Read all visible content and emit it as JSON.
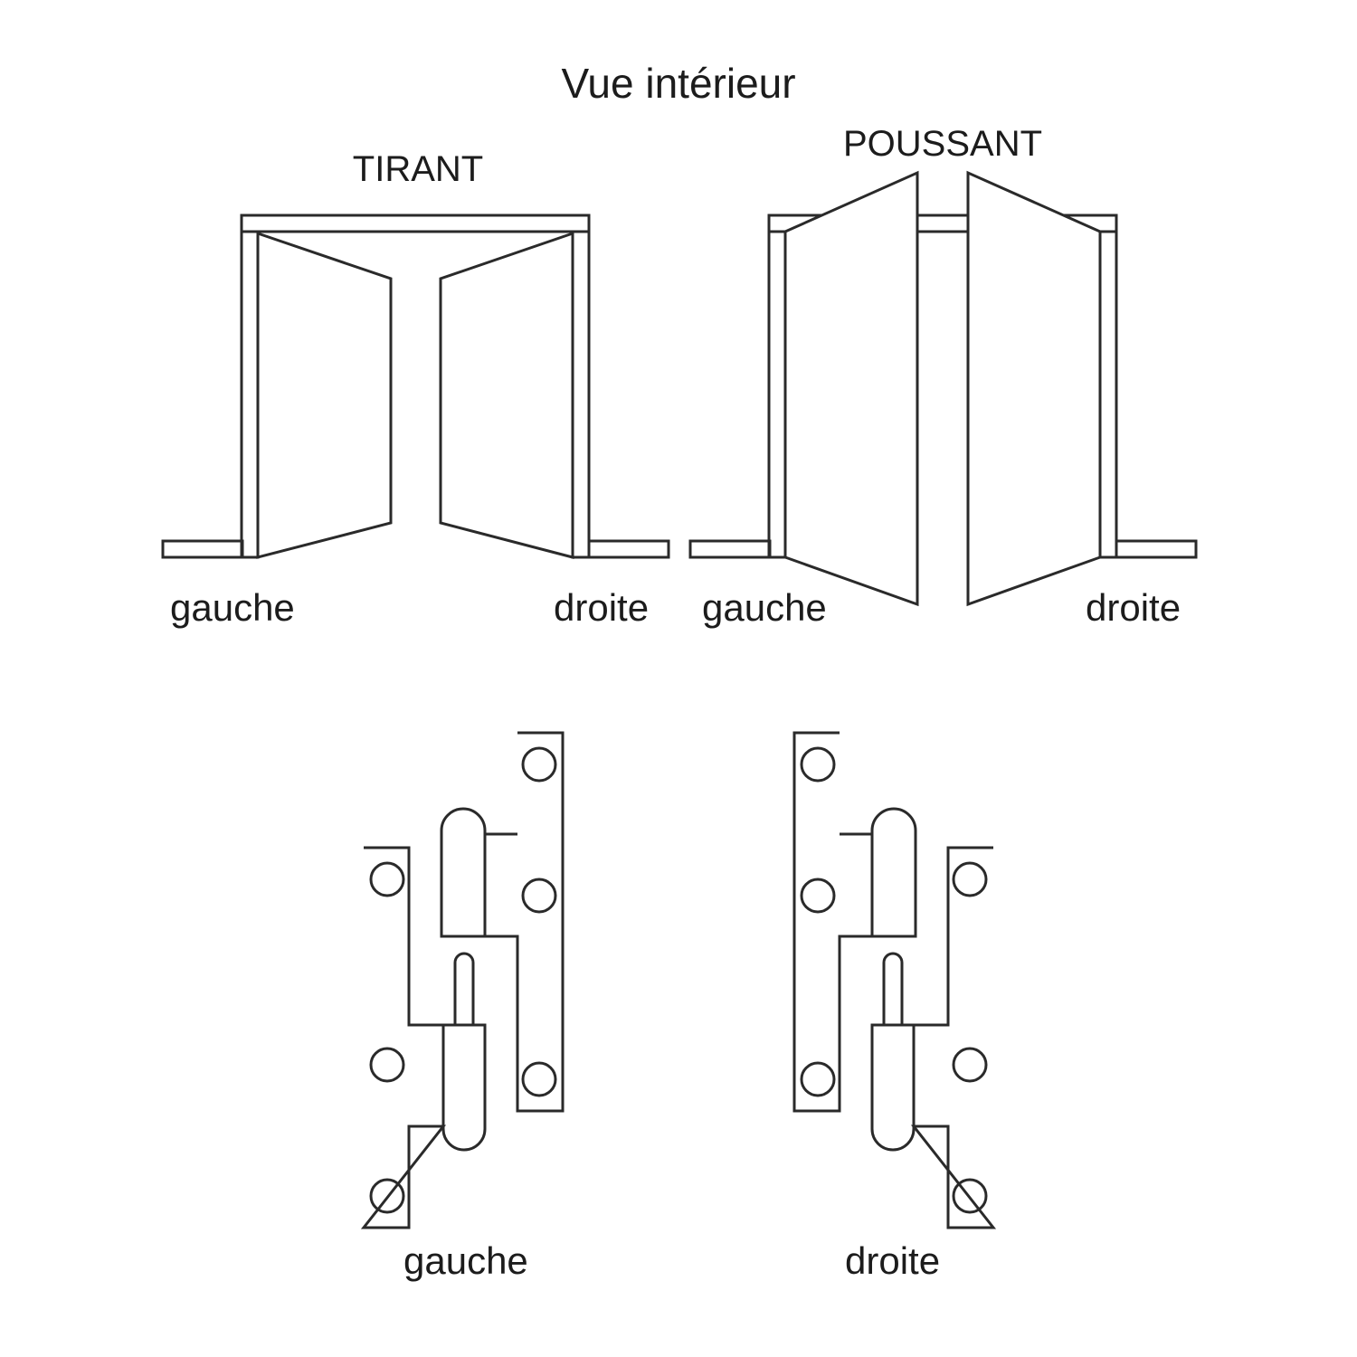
{
  "title": "Vue intérieur",
  "doors": {
    "tirant": {
      "label": "TIRANT",
      "left": "gauche",
      "right": "droite"
    },
    "poussant": {
      "label": "POUSSANT",
      "left": "gauche",
      "right": "droite"
    }
  },
  "hinges": {
    "left": "gauche",
    "right": "droite"
  },
  "colors": {
    "line": "#2a2a2a",
    "text": "#1c1c1c",
    "background": "#ffffff"
  }
}
